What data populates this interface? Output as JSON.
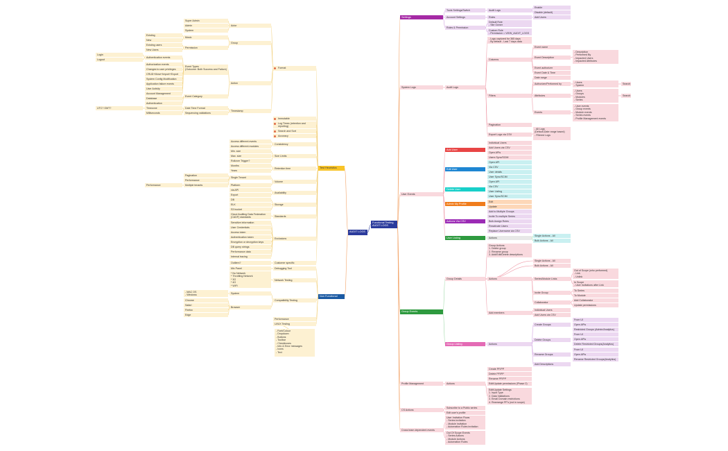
{
  "colors": {
    "settings": "#a52aa5",
    "add_user": "#e84545",
    "edit_user": "#1e86d2",
    "delete_user": "#18cfc9",
    "admin_profile": "#f07c1c",
    "actions_csv": "#9b2bb5",
    "group_events": "#2e9a3f",
    "audit_logs": "#2b3b9c",
    "non_functional": "#1b5aa3",
    "test_heuristics": "#f8c428"
  },
  "center": {
    "audit_logs": "AUDIT LOGS",
    "functional": "Functional Testing AUDIT LOGS"
  },
  "left": {
    "test_heuristics": "Test Heuristics",
    "non_functional": "Non Functional",
    "format": "Format",
    "actor": "Actor",
    "group": "Group",
    "action": "Action",
    "timestamp": "Timestamp",
    "super_admin": "Super Admin",
    "admin": "Admin",
    "system": "System",
    "existing": "Existing",
    "new": "New",
    "music": "Music",
    "existing_users": "Existing users",
    "new_users": "New Users",
    "permission": "Permission",
    "login": "Login",
    "logout": "Logout",
    "auth_events": "Authentication events",
    "authz_events": "Authorization events",
    "changes_priv": "Changes to user privileges",
    "crud": "CRUD+Move+Import+Export",
    "sys_config": "System Config Modification",
    "app_failure": "Application failure events",
    "user_activity": "User Activity",
    "account_mgmt": "Account Management",
    "database": "Database",
    "authentication": "Authentication",
    "event_types": "Event Types\n(Outcome: Both Success and Failure)",
    "event_category": "Event Category",
    "utc": "UTC? GMT?",
    "timezone": "Timezone",
    "milliseconds": "Milliseconds",
    "date_format": "Date Time Format",
    "sequencing": "Sequencing validations",
    "immutable": "Immutable",
    "log_times": "Log Times (retention and reporting)",
    "search_sort": "Search and Sort",
    "accuracy": "Accuracy",
    "consistency": "Consistency",
    "access_events": "Access different events",
    "access_modules": "Access different modules",
    "min_size": "Min. size",
    "max_size": "Max. size",
    "rollover": "Rollover Trigger?",
    "months": "Months",
    "years": "Years",
    "size_limits": "Size Limits",
    "retention": "Retention time",
    "pagination": "Pagination",
    "performance": "Performance",
    "single_tenant": "Single Tenant",
    "multiple_tenants": "Multiple tenants",
    "performance2": "Performance",
    "volume": "Volume",
    "platform": "Platform",
    "via_api": "via API",
    "export": "Export",
    "db": "DB",
    "elk": "ELK",
    "s3": "S3 bucket",
    "availability": "Availability",
    "storage": "Storage",
    "cloud_auditing": "Cloud Auditing Data Federation (CADF) standards",
    "standards": "Standards",
    "sensitive": "Sensitive information",
    "user_cred": "User Credentials",
    "access_token": "Access token",
    "auth_token": "Authentication token",
    "encryption": "Encryption or decryption keys",
    "db_query": "DB query strings",
    "perf_data": "Performance data",
    "internal_tracing": "Internal tracing",
    "exclusions": "Exclusions",
    "outliers": "Outliers?",
    "customer_specific": "Customer specific",
    "mix_panel": "Mix Panel",
    "debugging": "Debugging Tool",
    "network": "* No Network\n* Throttling Network\n* 3G\n* 4G\n* WiFi",
    "network_testing": "Network Testing",
    "mac_os": "- MAC OS\n- Windows",
    "system2": "System",
    "chrome": "Chrome",
    "safari": "Safari",
    "firefox": "Firefox",
    "edge": "Edge",
    "browser": "Browser",
    "compat": "Compatibility Testing",
    "performance3": "Performance",
    "ui_ux": "UI/UX Testing",
    "ui_list": "- Font/Colour\n- Dropdown\n- Buttons\n- Toolbar\n- Checkboxes\n- Info & Error messages\n- Icons\n- Text"
  },
  "right": {
    "settings": "Settings",
    "tools_settings": "Tools Settings/Switch",
    "audit_logs_s": "Audit Logs",
    "enable": "Enable",
    "disable": "Disable (default)",
    "account_settings": "Account Settings",
    "roles": "Roles",
    "add_users": "Add Users",
    "roles_perm": "Roles & Permission",
    "default_role": "Default Role\n- Site Owner",
    "custom_role": "Custom Role\n- Permission = VIEW_AUDIT_LOGS",
    "system_logs": "System Logs",
    "audit_logs": "Audit Logs",
    "logs_captured": "- Logs captured for 365 days\n- By default - Last 7 days data",
    "columns": "Columns",
    "event_name": "Event name",
    "event_desc": "Event Description",
    "desc_list": "- Description\n- Performed By\n- Impacted Users\n- Impacted Attributes",
    "event_auth": "Event authorizer",
    "event_date": "Event Date & Time",
    "date_range": "Date range",
    "authorizer_by": "Authorizer/Performed by",
    "users_system": "- Users\n- System",
    "search1": "Search",
    "filters": "Filters",
    "attributes": "Attributes",
    "attr_list": "- Users\n- Groups\n- Modules\n- Series",
    "search2": "Search",
    "events": "Events",
    "events_list": "- User events\n- Group events\n- Module events\n- Series events\n- Profile Management events",
    "pagination": "Pagination",
    "export_csv": "Export Logs via CSV",
    "export_list": "- All Logs\n(Default-Date range based)\n- Filtered Logs",
    "user_events": "User Events",
    "add_user": "Add User",
    "add_list": [
      "Individual Users",
      "Add Users via CSV",
      "Open APIs",
      "Users Sync/SCIM"
    ],
    "edit_user": "Edit User",
    "edit_list": [
      "Open API",
      "Via CSV",
      "User details",
      "User Sync/SCIM"
    ],
    "delete_user": "Delete User",
    "delete_list": [
      "Open API",
      "Via CSV",
      "User Listing",
      "User Sync/SCIM"
    ],
    "admin_profile": "Admin My Profile",
    "admin_list": [
      "Edit",
      "Update"
    ],
    "actions_csv": "Actions Via CSV",
    "csv_list": [
      "Add to Multiple Groups",
      "Invite To multiple Series",
      "Bulk Assign Roles",
      "Reactivate Users",
      "Replace Username via CSV"
    ],
    "user_listing": "User Listing",
    "actions1": "Actions",
    "single_all": "Single Actions - All",
    "bulk_all": "Bulk Actions - All",
    "group_events": "Group Events",
    "group_actions": "Group Actions\n1. Delete group\n2. Rename group\n3. Add/Edit/Delete descriptions",
    "single_all2": "Single Actions - All",
    "bulk_all2": "Bulk Actions - All",
    "group_details": "Group Details",
    "actions2": "Actions",
    "series_module": "Series/Module Links",
    "out_scope": "Out of Scope (who performed)\n- Link\n- Unlink",
    "in_scope": "In Scope\n- User Invitations after Link",
    "invite_group": "Invite Group",
    "to_series": "To Series",
    "to_module": "To Module",
    "collaborator": "Collaborator",
    "add_collab": "Add Collaborator",
    "update_perm": "Update permissions",
    "add_members": "Add members",
    "individual_users": "Individual Users",
    "add_users_csv": "Add Users via CSV",
    "group_listing": "Group Listing",
    "actions3": "Actions",
    "create_groups": "Create Groups",
    "create_list": [
      "From UI",
      "Open APIs",
      "Restricted Groups (Admin/Analytics)"
    ],
    "delete_groups": "Delete Groups",
    "delete_group_list": [
      "From UI",
      "Open APIs",
      "Delete Restricted Groups(Analytics)"
    ],
    "rename_groups": "Rename Groups",
    "rename_list": [
      "From UI",
      "Open APIs",
      "Rename Restricted Groups(Analytics)"
    ],
    "add_desc": "Add Descriptions",
    "profile_mgmt": "Profile Management",
    "actions4": "Actions",
    "profile_list": [
      "Create PF/PP",
      "Delete PF/PP",
      "Rename PF/PP",
      "Edit/Update permissions (Phase 2)"
    ],
    "edit_settings": "Edit/Update Settings\n1. Input Type\n2. Data Validations\n3. Email Domain restrictions\n4. Rearrange PF's (not in scope)",
    "cs_actions": "CS Actions",
    "subscribe": "Subscribe to a Public series",
    "edit_profile": "Edit user's profile",
    "cross_team": "Cross team dependent events",
    "invitation_flows": "User Invitation Flows\n- Series invitation\n- Module invitation\n- Automation Rules invitation",
    "out_scope_events": "Out Of Scope Events\n- Series Actions\n- Module Actions\n- Automation Rules"
  }
}
